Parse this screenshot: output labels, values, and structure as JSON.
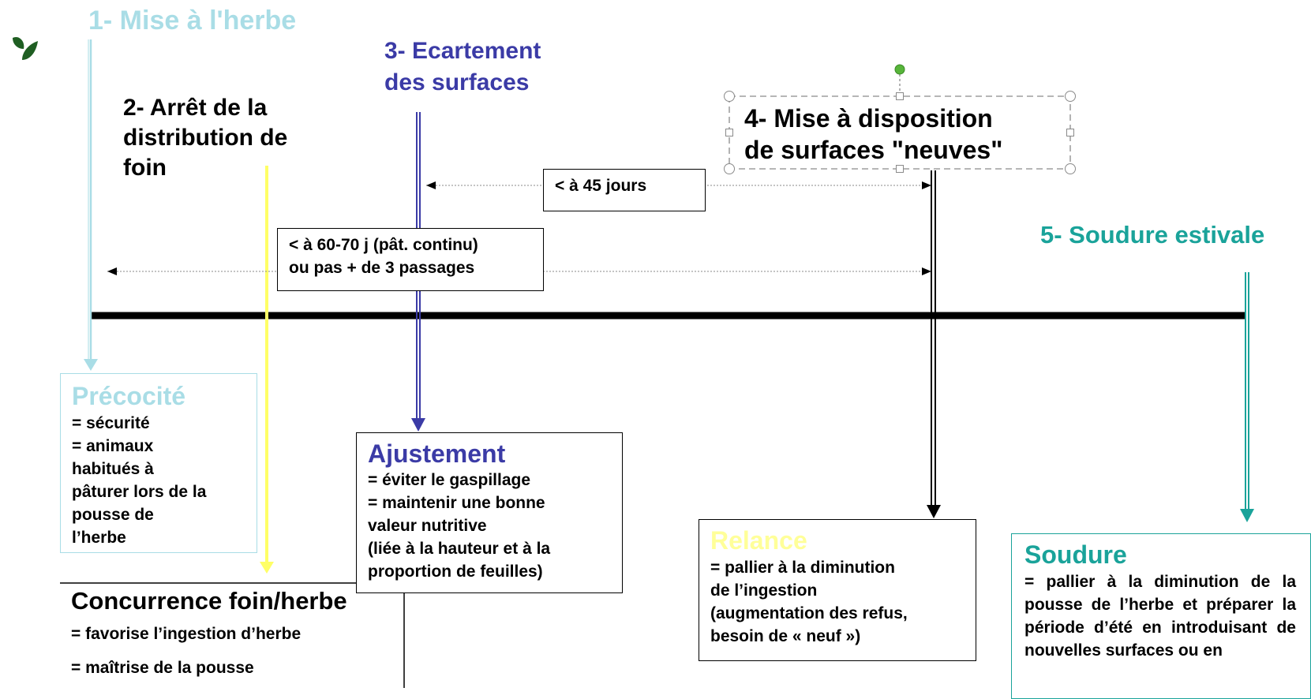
{
  "colors": {
    "stage1": "#a9dde6",
    "stage2": "#ffff66",
    "stage3": "#3b3ba6",
    "stage4": "#000000",
    "stage5": "#1aa39a",
    "relance_title": "#ffff99",
    "timeline": "#000000",
    "brand_leaf": "#1f5e22",
    "selection_handle": "#57b53a"
  },
  "stages": {
    "s1": {
      "title": "1- Mise à l'herbe"
    },
    "s2": {
      "title_lines": [
        "2- Arrêt de la",
        "distribution de",
        "foin"
      ]
    },
    "s3": {
      "title_lines": [
        "3- Ecartement",
        "des surfaces"
      ]
    },
    "s4": {
      "title_lines": [
        "4- Mise à disposition",
        "de surfaces \"neuves\""
      ]
    },
    "s5": {
      "title": "5- Soudure estivale"
    }
  },
  "intervals": {
    "short": {
      "label": "< à 45 jours"
    },
    "long": {
      "lines": [
        "< à 60-70 j (pât. continu)",
        "ou pas + de 3 passages"
      ]
    }
  },
  "boxes": {
    "precocite": {
      "title": "Précocité",
      "lines": [
        "= sécurité",
        "= animaux",
        "habitués à",
        "pâturer lors de la",
        "pousse de",
        "l’herbe"
      ]
    },
    "concurrence": {
      "title": "Concurrence foin/herbe",
      "lines": [
        "= favorise l’ingestion d’herbe",
        "= maîtrise de la pousse"
      ]
    },
    "ajustement": {
      "title": "Ajustement",
      "lines": [
        "= éviter le gaspillage",
        "= maintenir une bonne",
        "valeur nutritive",
        "(liée à la hauteur et à la",
        "proportion de feuilles)"
      ]
    },
    "relance": {
      "title": "Relance",
      "lines": [
        "= pallier à la diminution",
        "de l’ingestion",
        "(augmentation des refus,",
        "besoin de « neuf »)"
      ]
    },
    "soudure": {
      "title": "Soudure",
      "text": "= pallier à la diminution de la pousse de l’herbe et préparer la période d’été en introduisant de nouvelles surfaces ou en"
    }
  },
  "icons": {
    "brand": "leaf-logo-icon"
  }
}
